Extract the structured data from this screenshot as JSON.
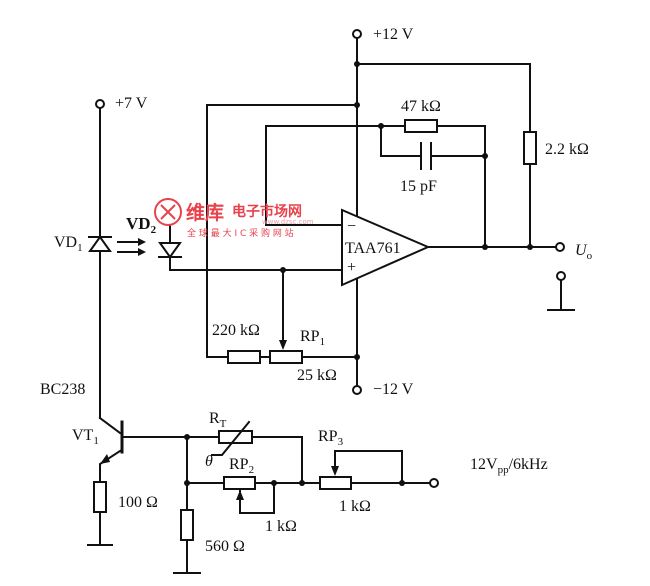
{
  "labels": {
    "plus12": "+12 V",
    "plus7": "+7 V",
    "r47": "47 kΩ",
    "r22": "2.2 kΩ",
    "c15": "15 pF",
    "vd1_main": "VD",
    "vd1_sub": "1",
    "vd2_main": "VD",
    "vd2_sub": "2",
    "opamp": "TAA761",
    "minus_sign": "−",
    "plus_sign": "+",
    "uo_main": "U",
    "uo_sub": "o",
    "r220": "220 kΩ",
    "rp1_main": "RP",
    "rp1_sub": "1",
    "r25": "25 kΩ",
    "minus12": "−12 V",
    "bc238": "BC238",
    "vt1_main": "VT",
    "vt1_sub": "1",
    "rt_main": "R",
    "rt_sub": "T",
    "theta": "θ",
    "rp2_main": "RP",
    "rp2_sub": "2",
    "rp3_main": "RP",
    "rp3_sub": "3",
    "r100": "100 Ω",
    "r1k_a": "1 kΩ",
    "r1k_b": "1 kΩ",
    "r560": "560 Ω",
    "sig_pre": "12V",
    "sig_sub": "pp",
    "sig_post": "/6kHz"
  },
  "watermark": {
    "logo_chars": "维库",
    "line1": "电子市场网",
    "line2": "全 球 最 大 I C 采 购 网 站",
    "url": "www.dzsc.com",
    "color": "#e8424d"
  }
}
